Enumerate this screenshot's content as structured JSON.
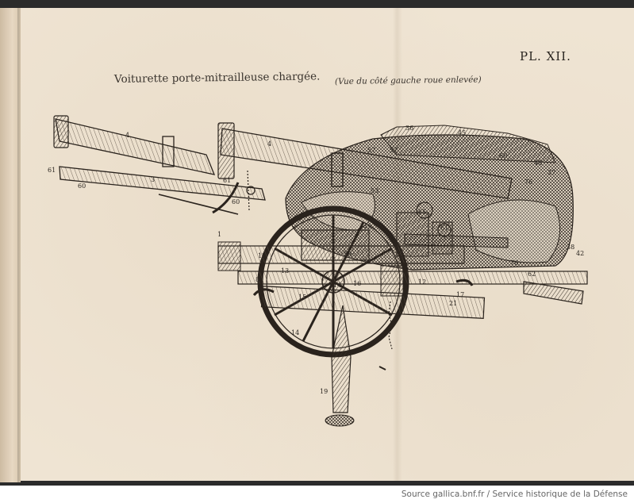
{
  "plate": {
    "number": "PL. XII.",
    "caption": "Voiturette porte-mitrailleuse chargée.",
    "subcaption": "(Vue du côté gauche roue enlevée)"
  },
  "callouts": [
    "4",
    "4",
    "3",
    "61",
    "60",
    "61",
    "60",
    "36",
    "45",
    "57",
    "57",
    "60",
    "48",
    "27",
    "76",
    "53",
    "49",
    "65",
    "61",
    "59",
    "12",
    "13",
    "8",
    "15",
    "14",
    "16",
    "12",
    "17",
    "21",
    "38",
    "42",
    "76",
    "62",
    "19",
    "14",
    "1"
  ],
  "footer": {
    "source": "Source gallica.bnf.fr / Service historique de la Défense"
  }
}
